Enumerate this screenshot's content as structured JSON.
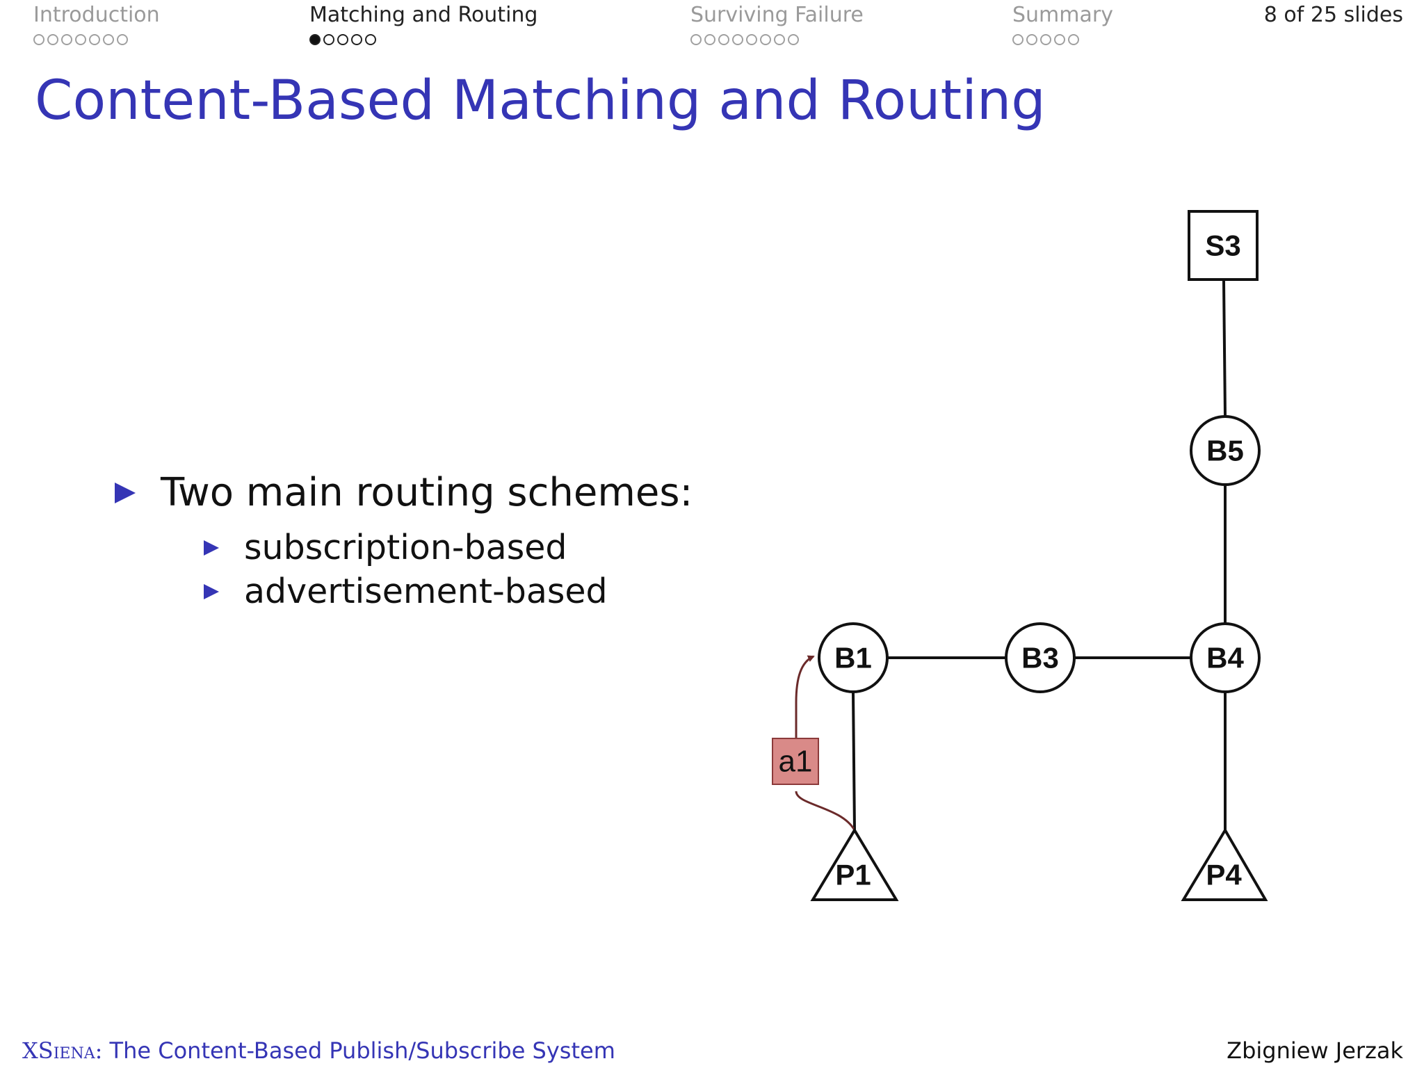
{
  "nav": {
    "sections": [
      {
        "label": "Introduction",
        "dots": 7,
        "filled": 0,
        "active": false
      },
      {
        "label": "Matching and Routing",
        "dots": 5,
        "filled": 1,
        "active": true
      },
      {
        "label": "Surviving Failure",
        "dots": 8,
        "filled": 0,
        "active": false
      },
      {
        "label": "Summary",
        "dots": 5,
        "filled": 0,
        "active": false
      }
    ],
    "counter": "8 of 25 slides"
  },
  "slide": {
    "title": "Content-Based Matching and Routing",
    "bullets": {
      "main": "Two main routing schemes:",
      "subs": [
        "subscription-based",
        "advertisement-based"
      ]
    }
  },
  "diagram": {
    "nodes": {
      "s3": "S3",
      "b5": "B5",
      "b1": "B1",
      "b3": "B3",
      "b4": "B4",
      "p1": "P1",
      "p4": "P4"
    },
    "message": "a1",
    "colors": {
      "message_fill": "#d98a88",
      "message_border": "#8b3a3a",
      "arrow": "#6b2a2a"
    }
  },
  "footer": {
    "system": "XSiena:",
    "subtitle": "The Content-Based Publish/Subscribe System",
    "author": "Zbigniew Jerzak"
  }
}
